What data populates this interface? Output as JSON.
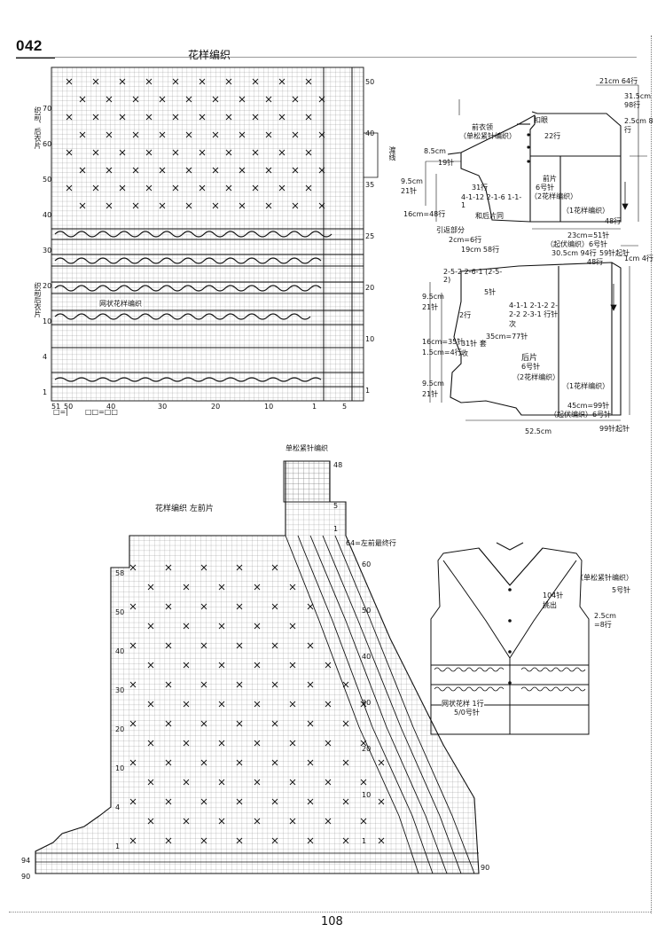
{
  "page": {
    "pattern_no": "042",
    "page_number": "108"
  },
  "top_chart": {
    "title": "花样编织",
    "left_labels": [
      "织前、后衣片",
      "织前后衣片"
    ],
    "right_label": "渡线",
    "row_numbers_left": [
      "70",
      "60",
      "50",
      "40",
      "30",
      "20",
      "10",
      "4",
      "1"
    ],
    "row_numbers_right": [
      "50",
      "40",
      "35",
      "25",
      "20",
      "10",
      "1"
    ],
    "col_numbers": [
      "51",
      "50",
      "40",
      "30",
      "20",
      "10",
      "1",
      "5"
    ],
    "band_label": "网状花样编织",
    "legend": [
      "□=|",
      "□□=□□"
    ]
  },
  "front_schematic": {
    "title": "前片",
    "needle": "6号针",
    "pattern_a": "（2花样编织）",
    "pattern_b": "（1花样编织）",
    "neck_label": "（单松紧针编织）",
    "neck_top": "前衣领",
    "neck_rows": "21cm 64行",
    "shoulder_a": "8.5cm",
    "shoulder_b": "19针",
    "shoulder_c": "9.5cm",
    "shoulder_d": "21针",
    "side_decrease": "31行",
    "side_seq": "4-1-12 2-1-6 1-1-1",
    "len_a": "31.5cm 98行",
    "len_b": "2.5cm 8行",
    "button_label": "扣眼",
    "hem_rows": "48行",
    "width_a": "23cm=51针",
    "cast_on": "（起伏编织）6号针",
    "cast_on_count": "59针起针",
    "total_a": "16cm=48行",
    "edge_note": "和后片同",
    "rows_22": "22行"
  },
  "back_schematic": {
    "title": "后片",
    "needle": "6号针",
    "pattern_a": "（2花样编织）",
    "pattern_b": "（1花样编织）",
    "top_note": "引返部分",
    "top_len": "2cm=6行",
    "len_total": "19cm 58行",
    "armhole": "30.5cm 94行",
    "rows_48": "48行",
    "rows_4": "1cm 4行",
    "neck_a": "9.5cm",
    "neck_b": "21针",
    "neck_c": "5针",
    "side_seq": "2-5-2 2-6-1 (2-5-2)",
    "rows_2": "2行",
    "seq_b": "4-1-1 2-1-2 2-2-2 2-3-1 行针次",
    "bottom_a": "16cm=35针",
    "bottom_b": "1.5cm=4行",
    "bottom_c": "31针 套收",
    "width_total": "35cm=77针",
    "width_b": "45cm=99针",
    "cast_on": "（起伏编织）6号针",
    "cast_on_count": "99针起针",
    "hem_a": "9.5cm",
    "hem_b": "21针",
    "overall": "52.5cm"
  },
  "bottom_chart": {
    "title": "花样编织  左前片",
    "rib_label": "单松紧针编织",
    "rib_rows": [
      "48",
      "5",
      "1"
    ],
    "end_note": "64=左前最终行",
    "row_left": [
      "58",
      "50",
      "40",
      "30",
      "20",
      "10",
      "4",
      "1"
    ],
    "row_right": [
      "60",
      "50",
      "40",
      "30",
      "20",
      "10",
      "1"
    ],
    "row_numbers": [
      "94",
      "90"
    ],
    "side_numbers": [
      "90"
    ]
  },
  "vest_drawing": {
    "label_rib": "（单松紧针编织）",
    "rib_needle": "5号针",
    "pickup": "104针 挑出",
    "band_width": "2.5cm =8行",
    "mesh_label": "网状花样 1行",
    "mesh_needle": "5/0号针"
  }
}
